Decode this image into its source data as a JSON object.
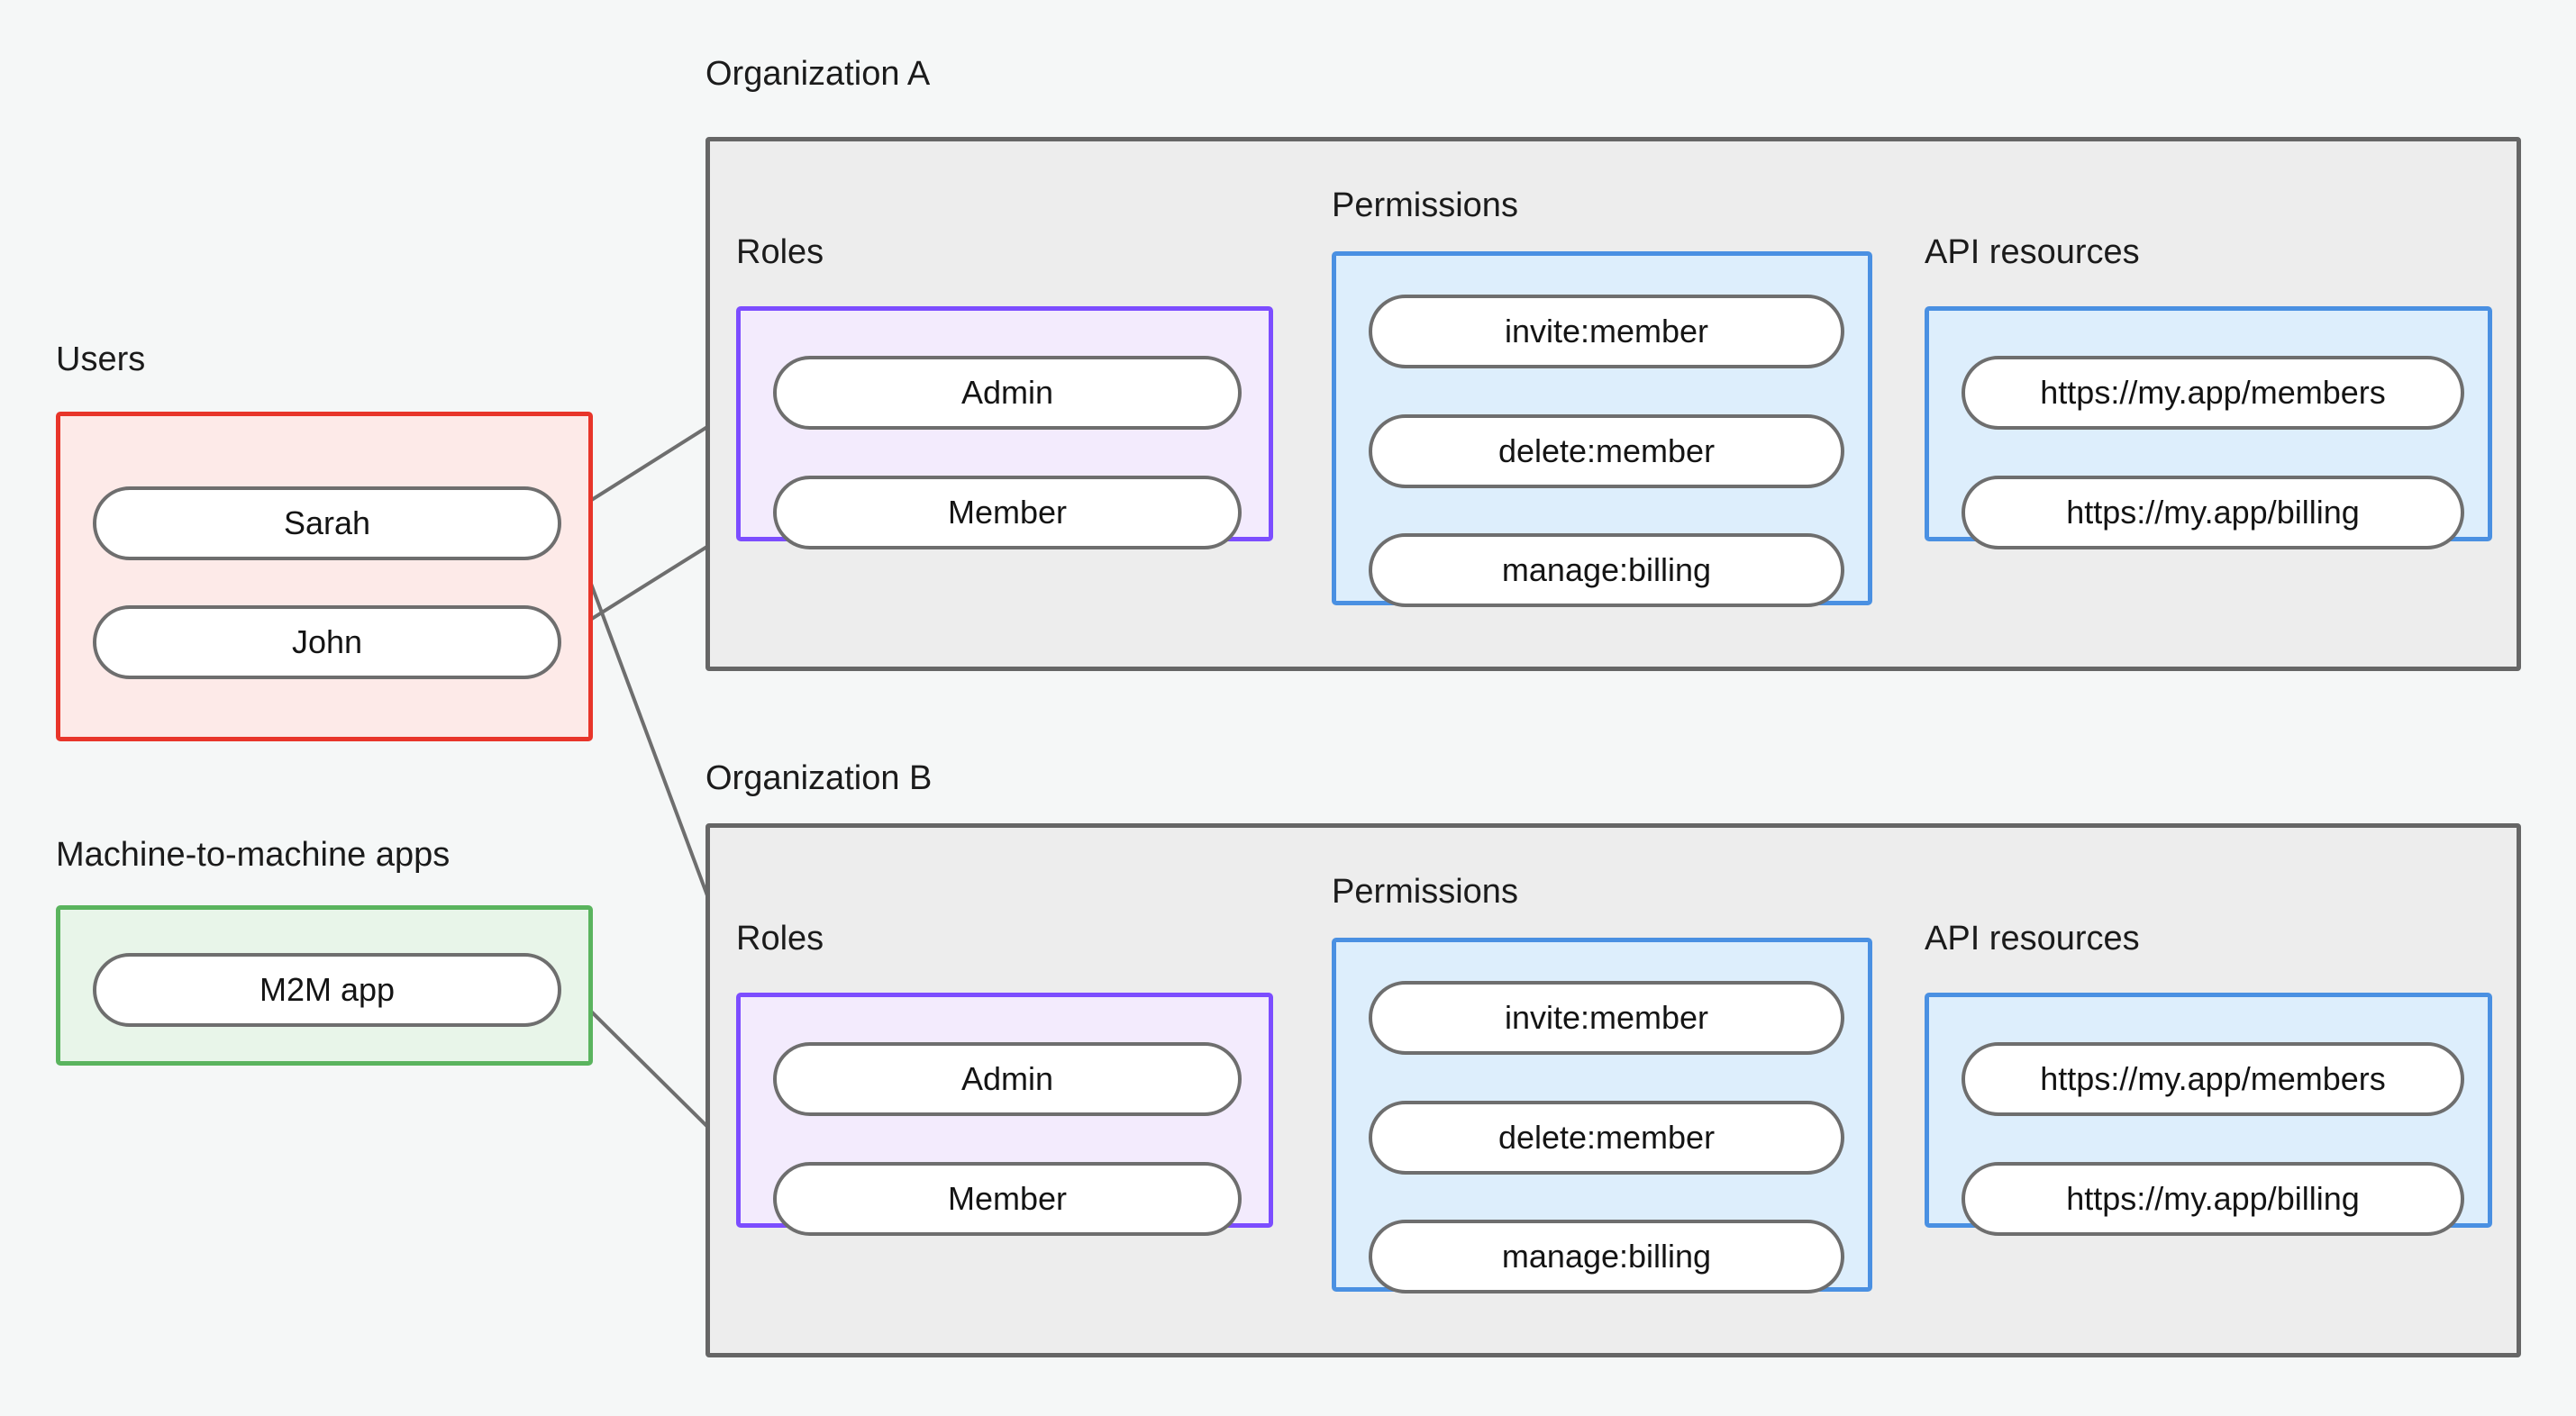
{
  "diagram": {
    "title": "Organization access control diagram",
    "background_color": "#f5f7f7"
  },
  "groups": {
    "users": {
      "label": "Users",
      "border_color": "#e8352a",
      "fill_color": "#fdeae8",
      "items": [
        {
          "label": "Sarah"
        },
        {
          "label": "John"
        }
      ]
    },
    "m2m": {
      "label": "Machine-to-machine apps",
      "border_color": "#5ab45e",
      "fill_color": "#e8f5e9",
      "items": [
        {
          "label": "M2M app"
        }
      ]
    }
  },
  "organizations": [
    {
      "label": "Organization A",
      "roles": {
        "label": "Roles",
        "border_color": "#7c4dff",
        "fill_color": "#f3ebfd",
        "items": [
          {
            "label": "Admin"
          },
          {
            "label": "Member"
          }
        ]
      },
      "permissions": {
        "label": "Permissions",
        "border_color": "#4a90e2",
        "fill_color": "#ddeefc",
        "items": [
          {
            "label": "invite:member"
          },
          {
            "label": "delete:member"
          },
          {
            "label": "manage:billing"
          }
        ]
      },
      "api_resources": {
        "label": "API resources",
        "border_color": "#4a90e2",
        "fill_color": "#ddeefc",
        "items": [
          {
            "label": "https://my.app/members"
          },
          {
            "label": "https://my.app/billing"
          }
        ]
      }
    },
    {
      "label": "Organization B",
      "roles": {
        "label": "Roles",
        "border_color": "#7c4dff",
        "fill_color": "#f3ebfd",
        "items": [
          {
            "label": "Admin"
          },
          {
            "label": "Member"
          }
        ]
      },
      "permissions": {
        "label": "Permissions",
        "border_color": "#4a90e2",
        "fill_color": "#ddeefc",
        "items": [
          {
            "label": "invite:member"
          },
          {
            "label": "delete:member"
          },
          {
            "label": "manage:billing"
          }
        ]
      },
      "api_resources": {
        "label": "API resources",
        "border_color": "#4a90e2",
        "fill_color": "#ddeefc",
        "items": [
          {
            "label": "https://my.app/members"
          },
          {
            "label": "https://my.app/billing"
          }
        ]
      }
    }
  ],
  "connections": [
    {
      "from": "Sarah",
      "to": "Organization A / Admin"
    },
    {
      "from": "John",
      "to": "Organization A / Member"
    },
    {
      "from": "Sarah",
      "to": "Organization B / Admin"
    },
    {
      "from": "M2M app",
      "to": "Organization B / Member"
    },
    {
      "from": "Organization A / Admin",
      "to": "Organization A / invite:member"
    },
    {
      "from": "Organization A / Admin",
      "to": "Organization A / delete:member"
    },
    {
      "from": "Organization A / Member",
      "to": "Organization A / manage:billing"
    },
    {
      "from": "Organization A / invite:member",
      "to": "Organization A / https://my.app/members"
    },
    {
      "from": "Organization A / delete:member",
      "to": "Organization A / https://my.app/members"
    },
    {
      "from": "Organization A / manage:billing",
      "to": "Organization A / https://my.app/billing"
    },
    {
      "from": "Organization B / Admin",
      "to": "Organization B / invite:member"
    },
    {
      "from": "Organization B / Admin",
      "to": "Organization B / delete:member"
    },
    {
      "from": "Organization B / Member",
      "to": "Organization B / manage:billing"
    },
    {
      "from": "Organization B / invite:member",
      "to": "Organization B / https://my.app/members"
    },
    {
      "from": "Organization B / delete:member",
      "to": "Organization B / https://my.app/members"
    },
    {
      "from": "Organization B / manage:billing",
      "to": "Organization B / https://my.app/billing"
    }
  ]
}
